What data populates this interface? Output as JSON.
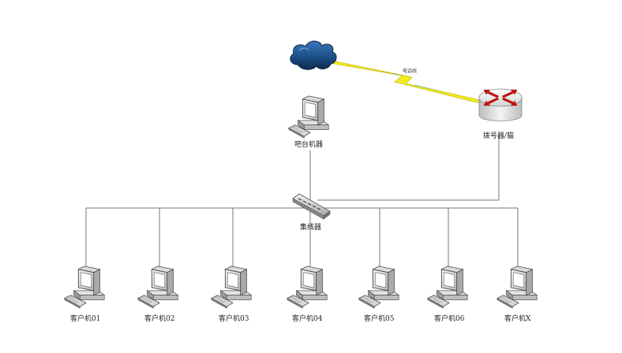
{
  "diagram": {
    "internet_link_label": "电话线",
    "router_label": "拨号器/猫",
    "console_label": "吧台机器",
    "hub_label": "集线器",
    "clients": [
      {
        "label": "客户机01"
      },
      {
        "label": "客户机02"
      },
      {
        "label": "客户机03"
      },
      {
        "label": "客户机04"
      },
      {
        "label": "客户机05"
      },
      {
        "label": "客户机06"
      },
      {
        "label": "客户机X"
      }
    ]
  },
  "colors": {
    "wire": "#777777",
    "cloud": "#1d4f86",
    "cloud_dark": "#0d2a4a",
    "lightning": "#f2ec1a",
    "router_body": "#e6e6e6",
    "router_arrows": "#cc1111",
    "computer_frame": "#cfcfcf",
    "computer_screen": "#ffffff"
  },
  "icons": [
    "cloud-icon",
    "router-icon",
    "computer-icon",
    "hub-icon",
    "lightning-icon"
  ]
}
